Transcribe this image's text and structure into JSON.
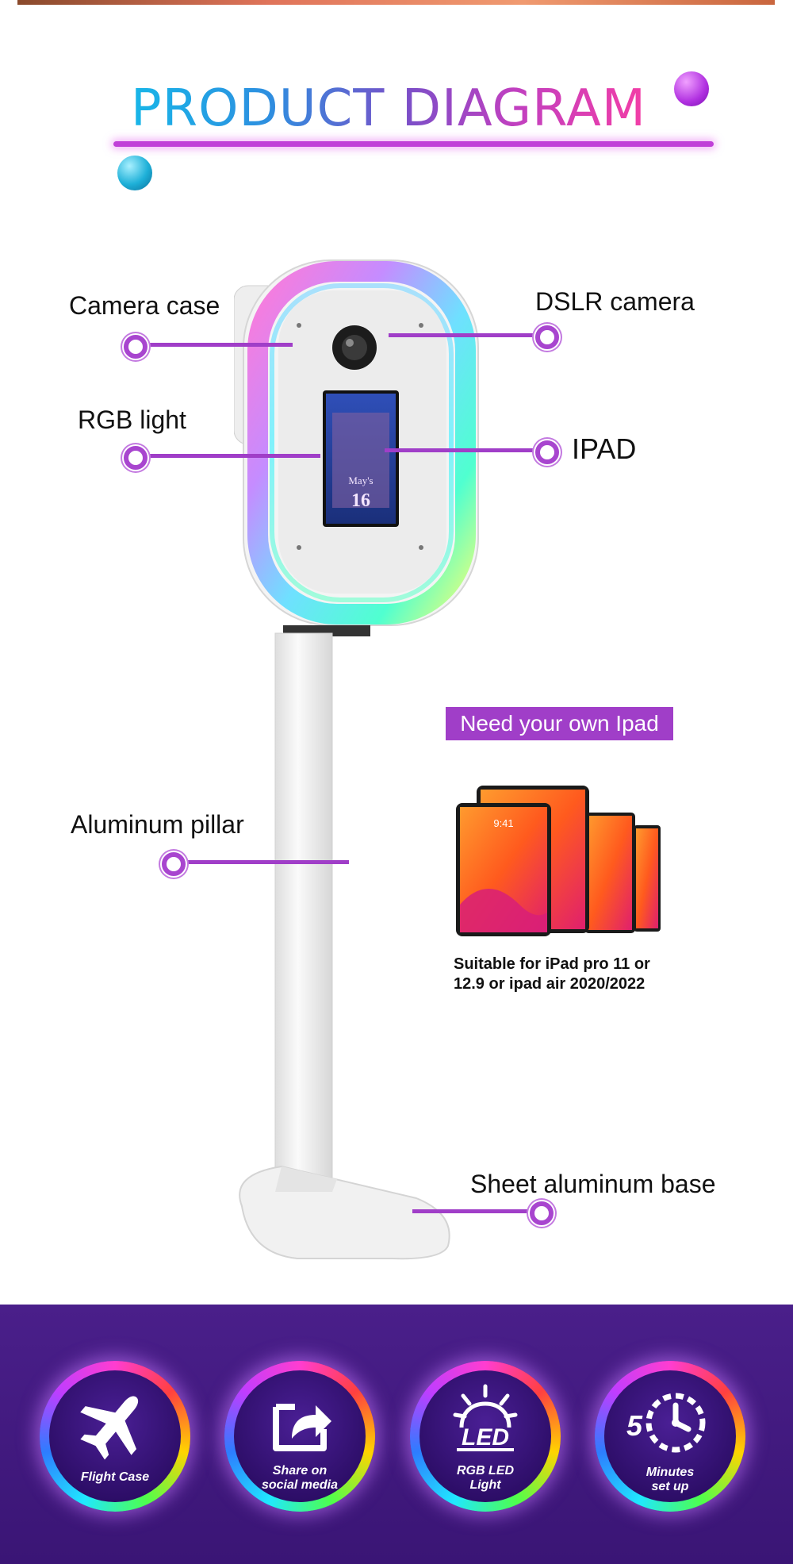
{
  "header": {
    "title": "PRODUCT DIAGRAM"
  },
  "callouts": {
    "camera_case": "Camera case",
    "dslr_camera": "DSLR camera",
    "rgb_light": "RGB light",
    "ipad": "IPAD",
    "aluminum_pillar": "Aluminum pillar",
    "base": "Sheet aluminum base"
  },
  "screen": {
    "line1": "May's",
    "line2": "16"
  },
  "ipad_promo": {
    "badge": "Need your own Ipad",
    "clock": "9:41",
    "note_line1": "Suitable for iPad pro 11 or",
    "note_line2": "12.9 or ipad air 2020/2022"
  },
  "features": [
    {
      "icon": "airplane-icon",
      "line1": "Flight Case",
      "line2": ""
    },
    {
      "icon": "share-icon",
      "line1": "Share on",
      "line2": "social media"
    },
    {
      "icon": "led-icon",
      "line1": "RGB LED",
      "line2": "Light",
      "icon_text": "LED"
    },
    {
      "icon": "timer-icon",
      "line1": "Minutes",
      "line2": "set up",
      "icon_text": "5"
    }
  ],
  "colors": {
    "accent": "#a03ec8",
    "band": "#3a1575",
    "title_gradient": [
      "#18b6e8",
      "#7a4fc8",
      "#ff3da0"
    ]
  }
}
